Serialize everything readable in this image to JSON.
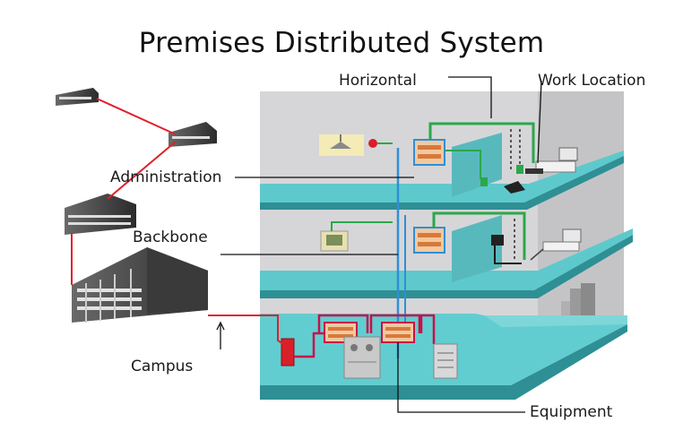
{
  "title": "Premises Distributed System",
  "labels": {
    "horizontal": "Horizontal",
    "work_location": "Work Location",
    "administration": "Administration",
    "backbone": "Backbone",
    "campus": "Campus",
    "equipment": "Equipment"
  },
  "colors": {
    "floor_top": "#5ec9cc",
    "floor_edge": "#2e8f95",
    "wall": "#cfcfd1",
    "backbone_cable": "#2f8fd6",
    "horizontal_cable": "#2aa84a",
    "campus_cable": "#e0202a",
    "patch_cable": "#c8104a"
  }
}
